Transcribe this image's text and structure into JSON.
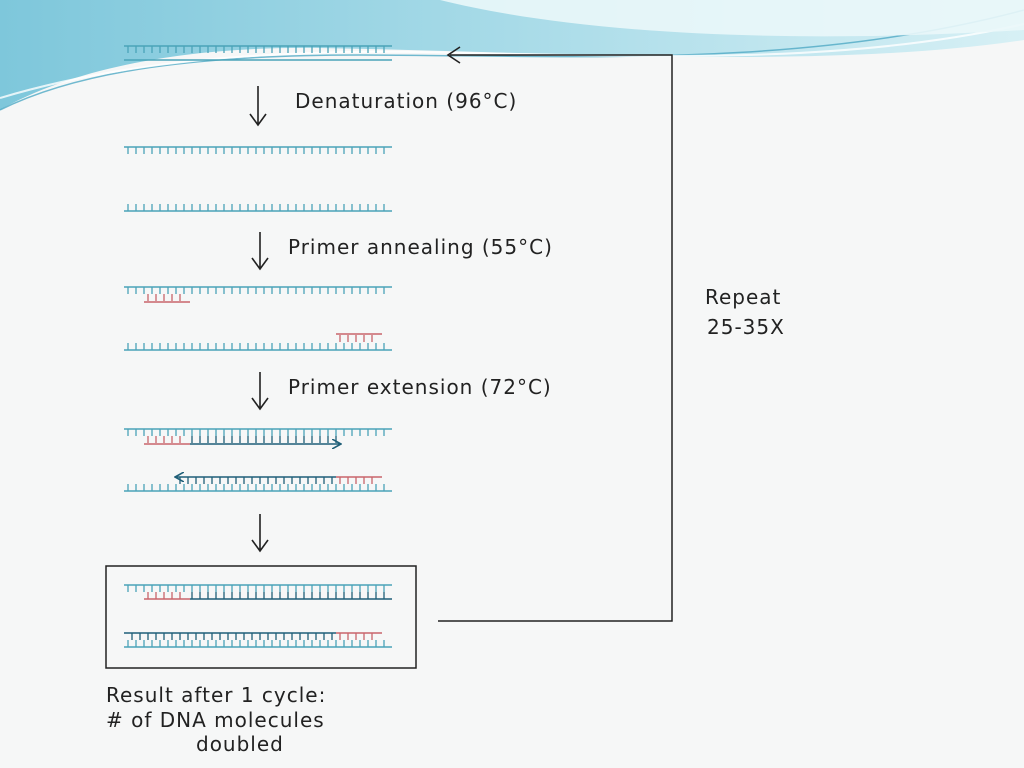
{
  "steps": {
    "denaturation": "Denaturation (96°C)",
    "annealing": "Primer annealing (55°C)",
    "extension": "Primer extension (72°C)"
  },
  "repeat": {
    "line1": "Repeat",
    "line2": "25-35X"
  },
  "result": {
    "line1": "Result after 1 cycle:",
    "line2": "# of DNA molecules",
    "line3": "doubled"
  },
  "colors": {
    "template_strand": "#4aa3b8",
    "primer": "#c9656b",
    "new_strand": "#1f5f78",
    "ink": "#222222",
    "banner_light": "#bfe3ee",
    "banner_dark": "#5fb6cf"
  }
}
